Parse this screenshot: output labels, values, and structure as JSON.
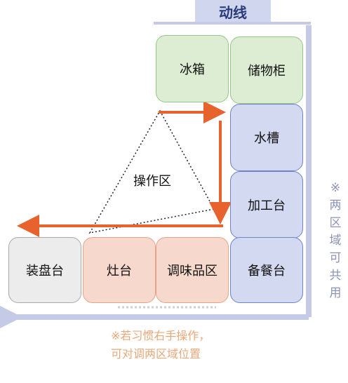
{
  "title": "动线",
  "zones": {
    "fridge": "冰箱",
    "storage": "储物柜",
    "sink": "水槽",
    "prep": "加工台",
    "serving": "备餐台",
    "seasoning": "调味品区",
    "stove": "灶台",
    "plating": "装盘台"
  },
  "operation_area": "操作区",
  "side_note": "※两区域可共用",
  "bottom_note": "※若习惯右手操作，可对调两区域位置",
  "colors": {
    "title_bg": "#cfd6ee",
    "green": "#dcedd3",
    "blue": "#d3d9f1",
    "peach": "#f6d8cc",
    "gray": "#ececec",
    "flow_arrow": "#e8622e",
    "boundary_line": "#c5cbe6",
    "note_blue": "#8c93b6",
    "note_orange": "#e8a87a"
  }
}
